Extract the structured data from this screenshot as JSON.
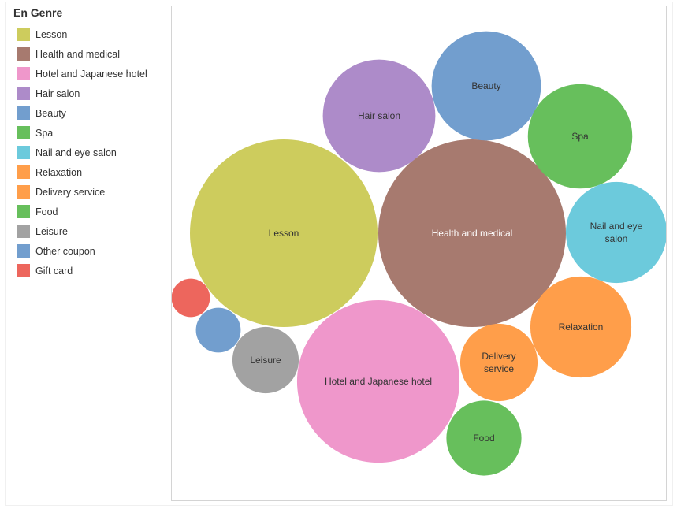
{
  "legend": {
    "title": "En Genre"
  },
  "chart_data": {
    "type": "bubble",
    "title": "",
    "legend_position": "left",
    "grid": false,
    "series": [
      {
        "name": "Lesson",
        "label": "Lesson",
        "value": 100,
        "color": "#cdcc5d",
        "label_color": "#333333"
      },
      {
        "name": "Health and medical",
        "label": "Health and medical",
        "value": 100,
        "color": "#a77a6f",
        "label_color": "#ffffff"
      },
      {
        "name": "Hotel and Japanese hotel",
        "label": "Hotel and Japanese hotel",
        "value": 75,
        "color": "#ef97cb",
        "label_color": "#333333"
      },
      {
        "name": "Hair salon",
        "label": "Hair salon",
        "value": 36,
        "color": "#ad8bc9",
        "label_color": "#333333"
      },
      {
        "name": "Beauty",
        "label": "Beauty",
        "value": 34,
        "color": "#729ece",
        "label_color": "#333333"
      },
      {
        "name": "Spa",
        "label": "Spa",
        "value": 31,
        "color": "#67bf5c",
        "label_color": "#333333"
      },
      {
        "name": "Nail and eye salon",
        "label_lines": [
          "Nail and eye",
          "salon"
        ],
        "value": 29,
        "color": "#6ccadc",
        "label_color": "#333333"
      },
      {
        "name": "Relaxation",
        "label": "Relaxation",
        "value": 29,
        "color": "#ff9e4a",
        "label_color": "#333333"
      },
      {
        "name": "Delivery service",
        "label_lines": [
          "Delivery",
          "service"
        ],
        "value": 17,
        "color": "#ff9e4a",
        "label_color": "#333333"
      },
      {
        "name": "Food",
        "label": "Food",
        "value": 16,
        "color": "#67bf5c",
        "label_color": "#333333"
      },
      {
        "name": "Leisure",
        "label": "Leisure",
        "value": 12.5,
        "color": "#a2a2a2",
        "label_color": "#333333"
      },
      {
        "name": "Other coupon",
        "label": "",
        "value": 5.7,
        "color": "#729ece",
        "label_color": "#333333"
      },
      {
        "name": "Gift card",
        "label": "",
        "value": 4.2,
        "color": "#ed665d",
        "label_color": "#333333"
      }
    ]
  }
}
